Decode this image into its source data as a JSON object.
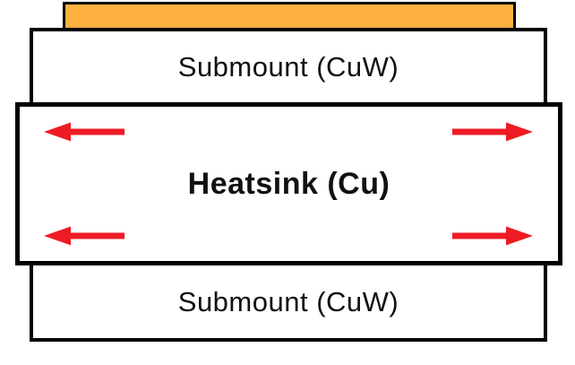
{
  "diagram": {
    "chip_bar": {
      "color": "#FBB040"
    },
    "submount_top": {
      "label": "Submount (CuW)"
    },
    "heatsink": {
      "label": "Heatsink (Cu)"
    },
    "submount_bottom": {
      "label": "Submount (CuW)"
    },
    "arrows": {
      "color": "#ED1C24",
      "items": [
        {
          "position": "top-left",
          "direction": "left"
        },
        {
          "position": "top-right",
          "direction": "right"
        },
        {
          "position": "bottom-left",
          "direction": "left"
        },
        {
          "position": "bottom-right",
          "direction": "right"
        }
      ]
    }
  }
}
